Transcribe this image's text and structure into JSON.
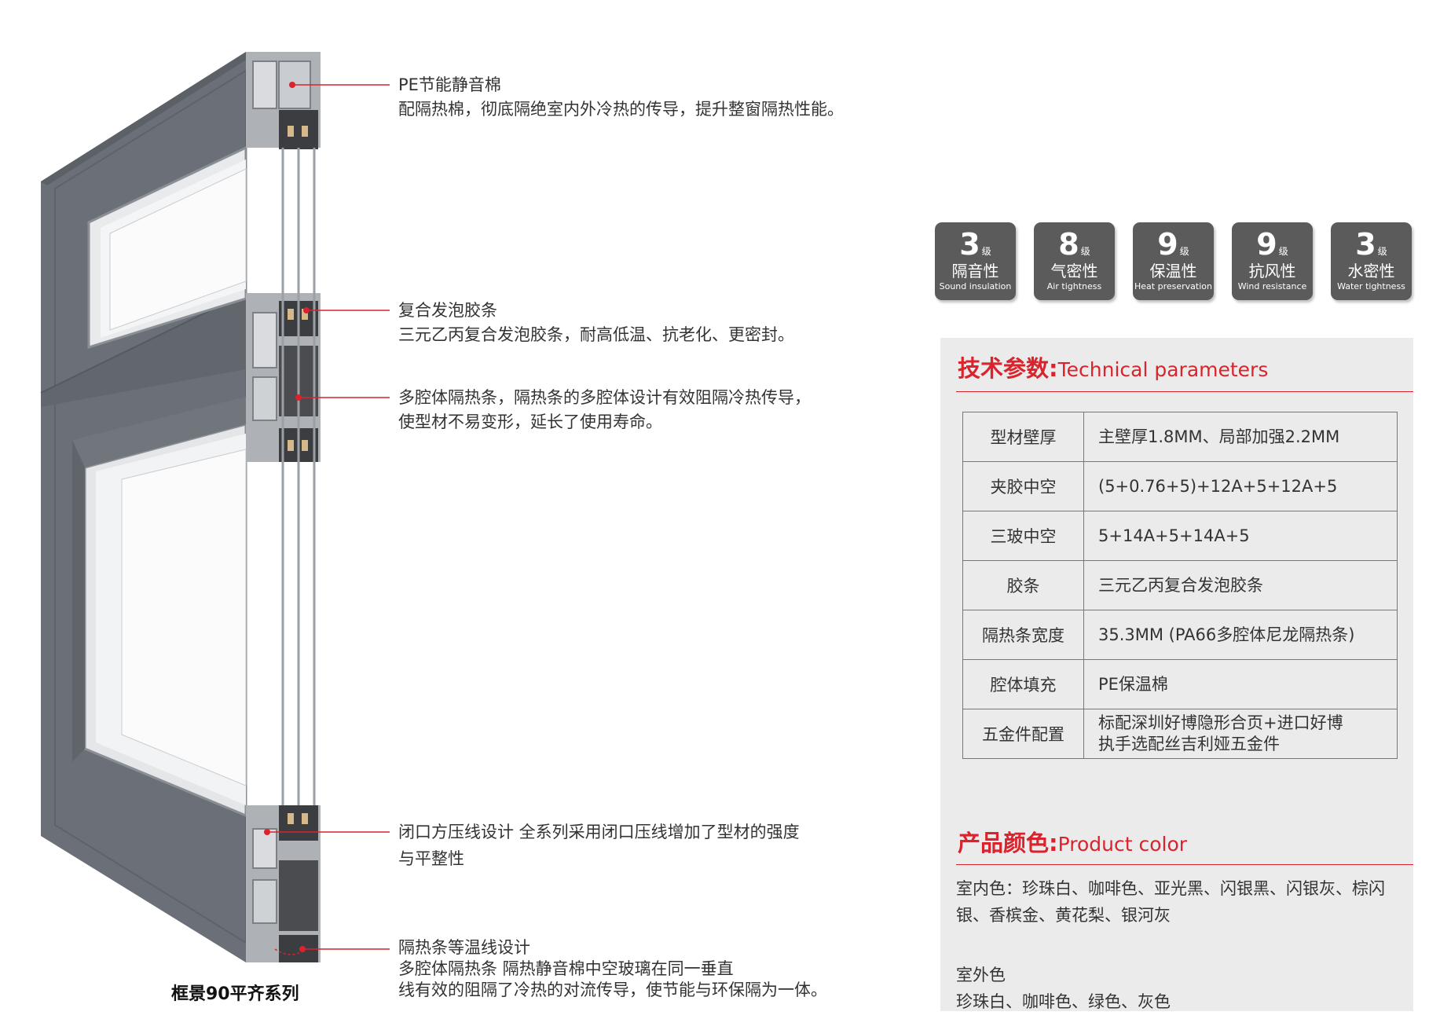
{
  "caption": "框景90平齐系列",
  "callouts": [
    {
      "title": "PE节能静音棉",
      "desc": "配隔热棉，彻底隔绝室内外冷热的传导，提升整窗隔热性能。"
    },
    {
      "title": "复合发泡胶条",
      "desc": "三元乙丙复合发泡胶条，耐高低温、抗老化、更密封。"
    },
    {
      "title": "多腔体隔热条，隔热条的多腔体设计有效阻隔冷热传导，",
      "desc": "使型材不易变形，延长了使用寿命。"
    },
    {
      "title": "闭口方压线设计  全系列采用闭口压线增加了型材的强度",
      "desc": "与平整性"
    },
    {
      "title": "隔热条等温线设计",
      "desc": "多腔体隔热条 隔热静音棉中空玻璃在同一垂直",
      "desc2": "线有效的阻隔了冷热的对流传导，使节能与环保隔为一体。"
    }
  ],
  "badges": [
    {
      "num": "3",
      "unit": "级",
      "name": "隔音性",
      "en": "Sound insulation"
    },
    {
      "num": "8",
      "unit": "级",
      "name": "气密性",
      "en": "Air tightness"
    },
    {
      "num": "9",
      "unit": "级",
      "name": "保温性",
      "en": "Heat preservation"
    },
    {
      "num": "9",
      "unit": "级",
      "name": "抗风性",
      "en": "Wind resistance"
    },
    {
      "num": "3",
      "unit": "级",
      "name": "水密性",
      "en": "Water tightness"
    }
  ],
  "tech": {
    "title_cn": "技术参数:",
    "title_en": "Technical parameters",
    "rows": [
      {
        "k": "型材壁厚",
        "v": "主壁厚1.8MM、局部加强2.2MM"
      },
      {
        "k": "夹胶中空",
        "v": "(5+0.76+5)+12A+5+12A+5"
      },
      {
        "k": "三玻中空",
        "v": "5+14A+5+14A+5"
      },
      {
        "k": "胶条",
        "v": "三元乙丙复合发泡胶条"
      },
      {
        "k": "隔热条宽度",
        "v": "35.3MM (PA66多腔体尼龙隔热条)"
      },
      {
        "k": "腔体填充",
        "v": "PE保温棉"
      },
      {
        "k": "五金件配置",
        "v": "标配深圳好博隐形合页+进口好博",
        "v2": "执手选配丝吉利娅五金件"
      }
    ]
  },
  "colors": {
    "title_cn": "产品颜色:",
    "title_en": "Product color",
    "indoor": "室内色：珍珠白、咖啡色、亚光黑、闪银黑、闪银灰、棕闪银、香槟金、黄花梨、银河灰",
    "outdoor_label": "室外色",
    "outdoor": "珍珠白、咖啡色、绿色、灰色"
  },
  "palette": {
    "accent": "#d9232d",
    "frame": "#6b7078",
    "badge": "#5b5b5b",
    "panel": "#ebebeb"
  }
}
